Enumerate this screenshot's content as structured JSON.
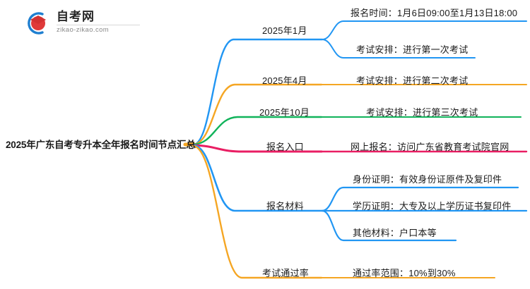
{
  "logo": {
    "name": "自考网",
    "domain": "zikao-zikao.com",
    "mark_icon": "graduation-cap-icon",
    "ring_color": "#1f7fd0",
    "cap_color": "#e03a3a"
  },
  "mindmap": {
    "root": {
      "label": "2025年广东自考专升本全年报名时间节点汇总"
    },
    "branches": [
      {
        "label": "2025年1月",
        "color": "#2196f3",
        "children": [
          {
            "label": "报名时间：1月6日09:00至1月13日18:00"
          },
          {
            "label": "考试安排：进行第一次考试"
          }
        ]
      },
      {
        "label": "2025年4月",
        "color": "#f5a623",
        "children": [
          {
            "label": "考试安排：进行第二次考试"
          }
        ]
      },
      {
        "label": "2025年10月",
        "color": "#10b35a",
        "children": [
          {
            "label": "考试安排：进行第三次考试"
          }
        ]
      },
      {
        "label": "报名入口",
        "color": "#e91e63",
        "children": [
          {
            "label": "网上报名：访问广东省教育考试院官网"
          }
        ]
      },
      {
        "label": "报名材料",
        "color": "#2196f3",
        "children": [
          {
            "label": "身份证明：有效身份证原件及复印件"
          },
          {
            "label": "学历证明：大专及以上学历证书复印件"
          },
          {
            "label": "其他材料：户口本等"
          }
        ]
      },
      {
        "label": "考试通过率",
        "color": "#f5a623",
        "children": [
          {
            "label": "通过率范围：10%到30%"
          }
        ]
      }
    ]
  }
}
